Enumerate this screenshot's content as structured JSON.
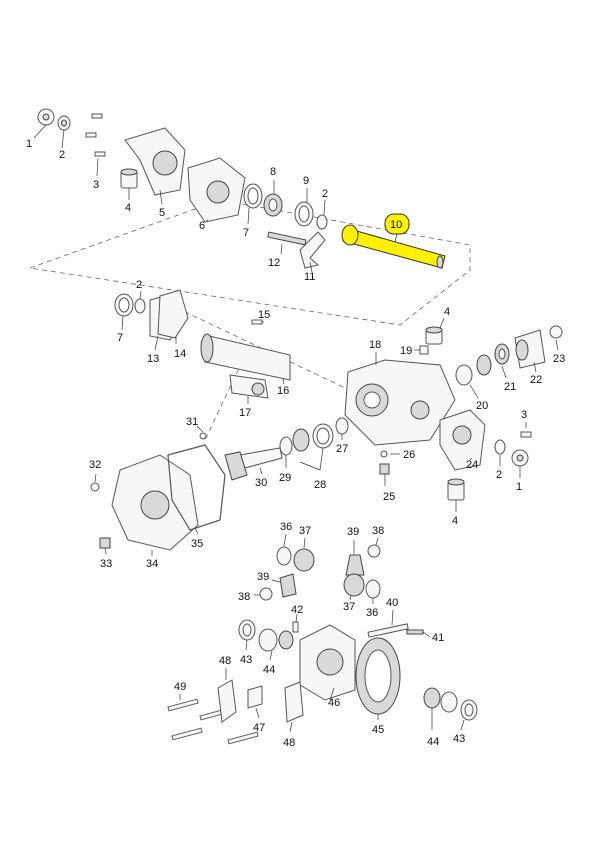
{
  "highlight": {
    "color": "#fff200",
    "label": "10"
  },
  "callouts": {
    "c1a": "1",
    "c2a": "2",
    "c3a": "3",
    "c4a": "4",
    "c5": "5",
    "c6": "6",
    "c7a": "7",
    "c8": "8",
    "c9": "9",
    "c2b": "2",
    "c11": "11",
    "c12": "12",
    "c2c": "2",
    "c7b": "7",
    "c13": "13",
    "c14": "14",
    "c15": "15",
    "c16": "16",
    "c17": "17",
    "c18": "18",
    "c19": "19",
    "c4b": "4",
    "c23": "23",
    "c22": "22",
    "c21": "21",
    "c20": "20",
    "c3b": "3",
    "c24": "24",
    "c2d": "2",
    "c1b": "1",
    "c4c": "4",
    "c31": "31",
    "c32": "32",
    "c26": "26",
    "c25": "25",
    "c27": "27",
    "c28": "28",
    "c29": "29",
    "c30": "30",
    "c35": "35",
    "c33": "33",
    "c34": "34",
    "c36a": "36",
    "c37a": "37",
    "c39a": "39",
    "c38a": "38",
    "c39b": "39",
    "c38b": "38",
    "c37b": "37",
    "c36b": "36",
    "c40": "40",
    "c42": "42",
    "c41": "41",
    "c43a": "43",
    "c44a": "44",
    "c46": "46",
    "c48a": "48",
    "c49": "49",
    "c47": "47",
    "c48b": "48",
    "c45": "45",
    "c44b": "44",
    "c43b": "43"
  }
}
